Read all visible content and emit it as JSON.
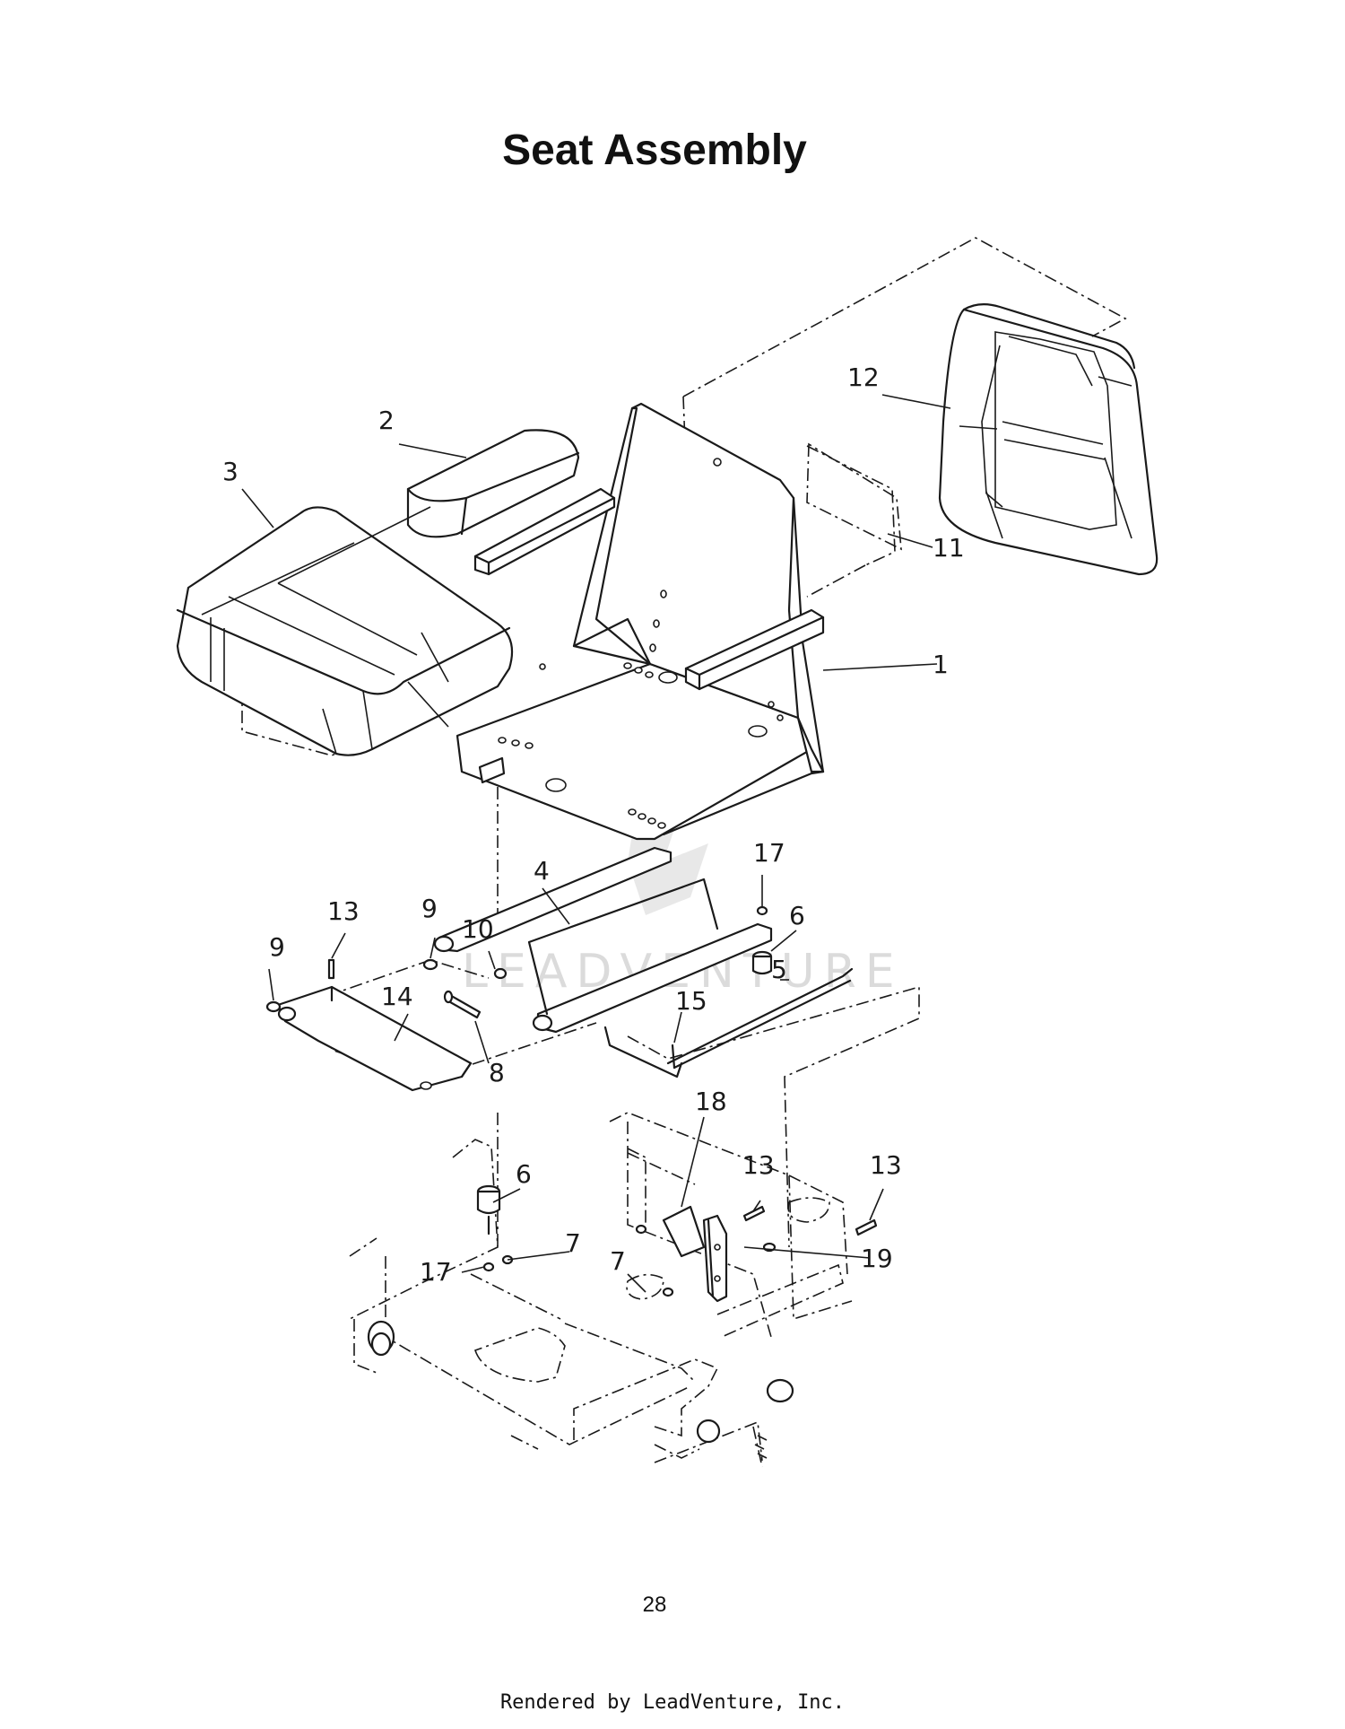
{
  "title": "Seat Assembly",
  "page_number": "28",
  "footer": "Rendered by LeadVenture, Inc.",
  "watermark": "LEADVENTURE",
  "callouts": {
    "c1": "1",
    "c2": "2",
    "c3": "3",
    "c4": "4",
    "c5": "5",
    "c6a": "6",
    "c6b": "6",
    "c7a": "7",
    "c7b": "7",
    "c8": "8",
    "c9a": "9",
    "c9b": "9",
    "c10": "10",
    "c11": "11",
    "c12": "12",
    "c13a": "13",
    "c13b": "13",
    "c13c": "13",
    "c14": "14",
    "c15": "15",
    "c17a": "17",
    "c17b": "17",
    "c18": "18",
    "c19": "19"
  }
}
